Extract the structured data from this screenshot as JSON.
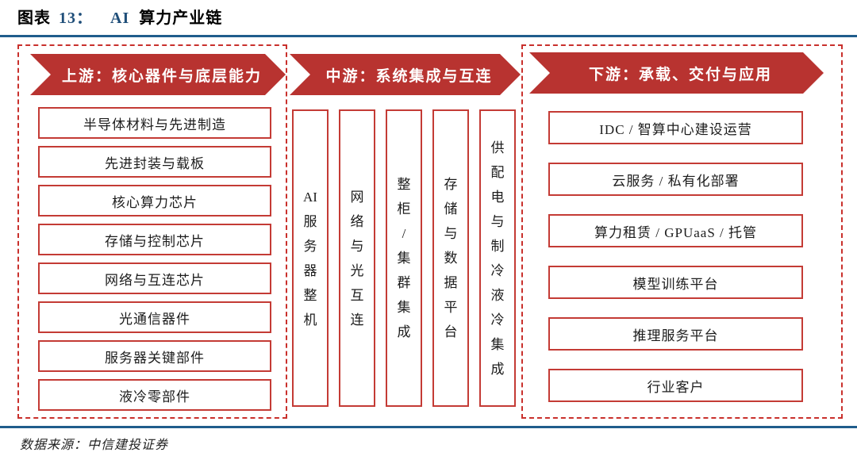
{
  "header": {
    "figure_label": "图表",
    "figure_number": "13：",
    "title_en": "AI",
    "title_cn": "算力产业链"
  },
  "sections": {
    "upstream": {
      "banner": "上游：核心器件与底层能力",
      "items": [
        "半导体材料与先进制造",
        "先进封装与载板",
        "核心算力芯片",
        "存储与控制芯片",
        "网络与互连芯片",
        "光通信器件",
        "服务器关键部件",
        "液冷零部件"
      ]
    },
    "midstream": {
      "banner": "中游：系统集成与互连",
      "columns": [
        "AI服务器整机",
        "网络与光互连",
        "整柜/集群集成",
        "存储与数据平台",
        "供配电与制冷液冷集成"
      ]
    },
    "downstream": {
      "banner": "下游：承载、交付与应用",
      "items": [
        "IDC / 智算中心建设运营",
        "云服务 / 私有化部署",
        "算力租赁 / GPUaaS / 托管",
        "模型训练平台",
        "推理服务平台",
        "行业客户"
      ]
    }
  },
  "footer": {
    "source_label": "数据来源：",
    "source_value": "中信建投证券"
  },
  "colors": {
    "banner_red": "#b83330",
    "box_border_red": "#c43b35",
    "dashed_red": "#c9302c",
    "rule_blue": "#1f5d8c",
    "accent_navy": "#1f4e79"
  }
}
